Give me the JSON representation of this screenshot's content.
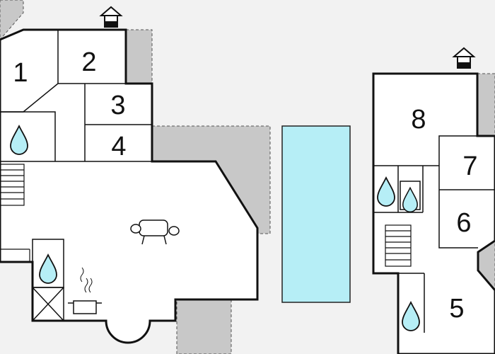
{
  "colors": {
    "background": "#f2f2f2",
    "wall": "#111111",
    "floor": "#ffffff",
    "terrace": "#c8c8c8",
    "pool": "#b6eef6",
    "water": "#b6eef6"
  },
  "rooms": [
    {
      "id": "r1",
      "label": "1"
    },
    {
      "id": "r2",
      "label": "2"
    },
    {
      "id": "r3",
      "label": "3"
    },
    {
      "id": "r4",
      "label": "4"
    },
    {
      "id": "r5",
      "label": "5"
    },
    {
      "id": "r6",
      "label": "6"
    },
    {
      "id": "r7",
      "label": "7"
    },
    {
      "id": "r8",
      "label": "8"
    }
  ],
  "icons": {
    "water": "water-drop-icon",
    "entrance": "house-entrance-icon",
    "sofa": "sofa-icon",
    "kitchen": "cooking-pot-icon",
    "stairs": "stairs-icon"
  }
}
